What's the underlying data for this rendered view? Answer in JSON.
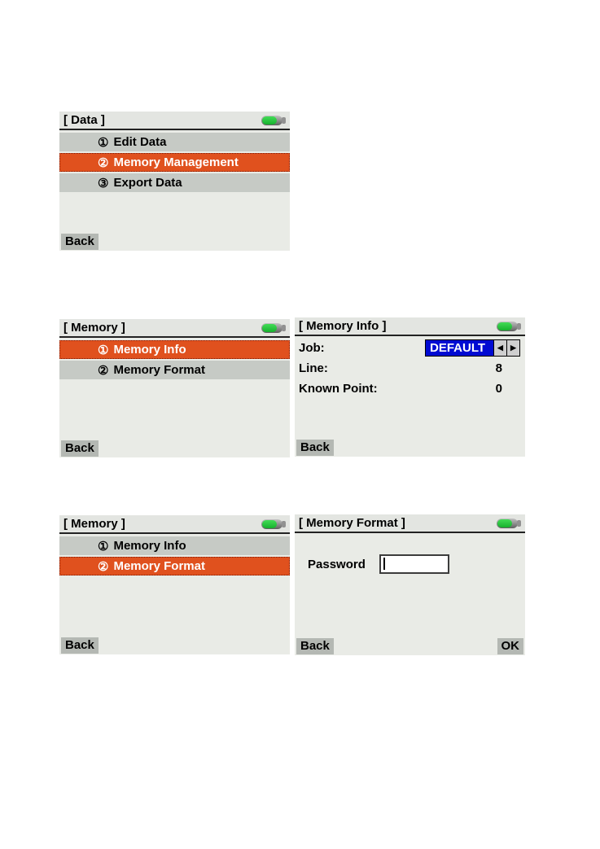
{
  "colors": {
    "page_background": "#ffffff",
    "screen_background": "#e9ebe6",
    "titlebar_background": "#e3e5e1",
    "menu_row_background": "#c6cac5",
    "highlight_orange": "#e0511e",
    "highlight_dotted_border": "#7e1a05",
    "selector_blue": "#000ad2",
    "softkey_background": "#b4b8b3",
    "battery_green": "#16b12d"
  },
  "icons": {
    "battery": "battery-full-icon",
    "left_arrow": "◀",
    "right_arrow": "▶"
  },
  "screens": [
    {
      "title": "[ Data ]",
      "items": [
        {
          "num": "①",
          "label": "Edit Data",
          "selected": false
        },
        {
          "num": "②",
          "label": "Memory Management",
          "selected": true
        },
        {
          "num": "③",
          "label": "Export Data",
          "selected": false
        }
      ],
      "softkeys": {
        "back": "Back"
      }
    },
    {
      "title": "[ Memory ]",
      "items": [
        {
          "num": "①",
          "label": "Memory Info",
          "selected": true
        },
        {
          "num": "②",
          "label": "Memory Format",
          "selected": false
        }
      ],
      "softkeys": {
        "back": "Back"
      }
    },
    {
      "title": "[ Memory Info ]",
      "fields": [
        {
          "label": "Job:",
          "value": "DEFAULT",
          "control": "selector"
        },
        {
          "label": "Line:",
          "value": "8"
        },
        {
          "label": "Known Point:",
          "value": "0"
        }
      ],
      "softkeys": {
        "back": "Back"
      }
    },
    {
      "title": "[ Memory ]",
      "items": [
        {
          "num": "①",
          "label": "Memory Info",
          "selected": false
        },
        {
          "num": "②",
          "label": "Memory Format",
          "selected": true
        }
      ],
      "softkeys": {
        "back": "Back"
      }
    },
    {
      "title": "[ Memory Format ]",
      "password": {
        "label": "Password",
        "value": ""
      },
      "softkeys": {
        "back": "Back",
        "ok": "OK"
      }
    }
  ]
}
